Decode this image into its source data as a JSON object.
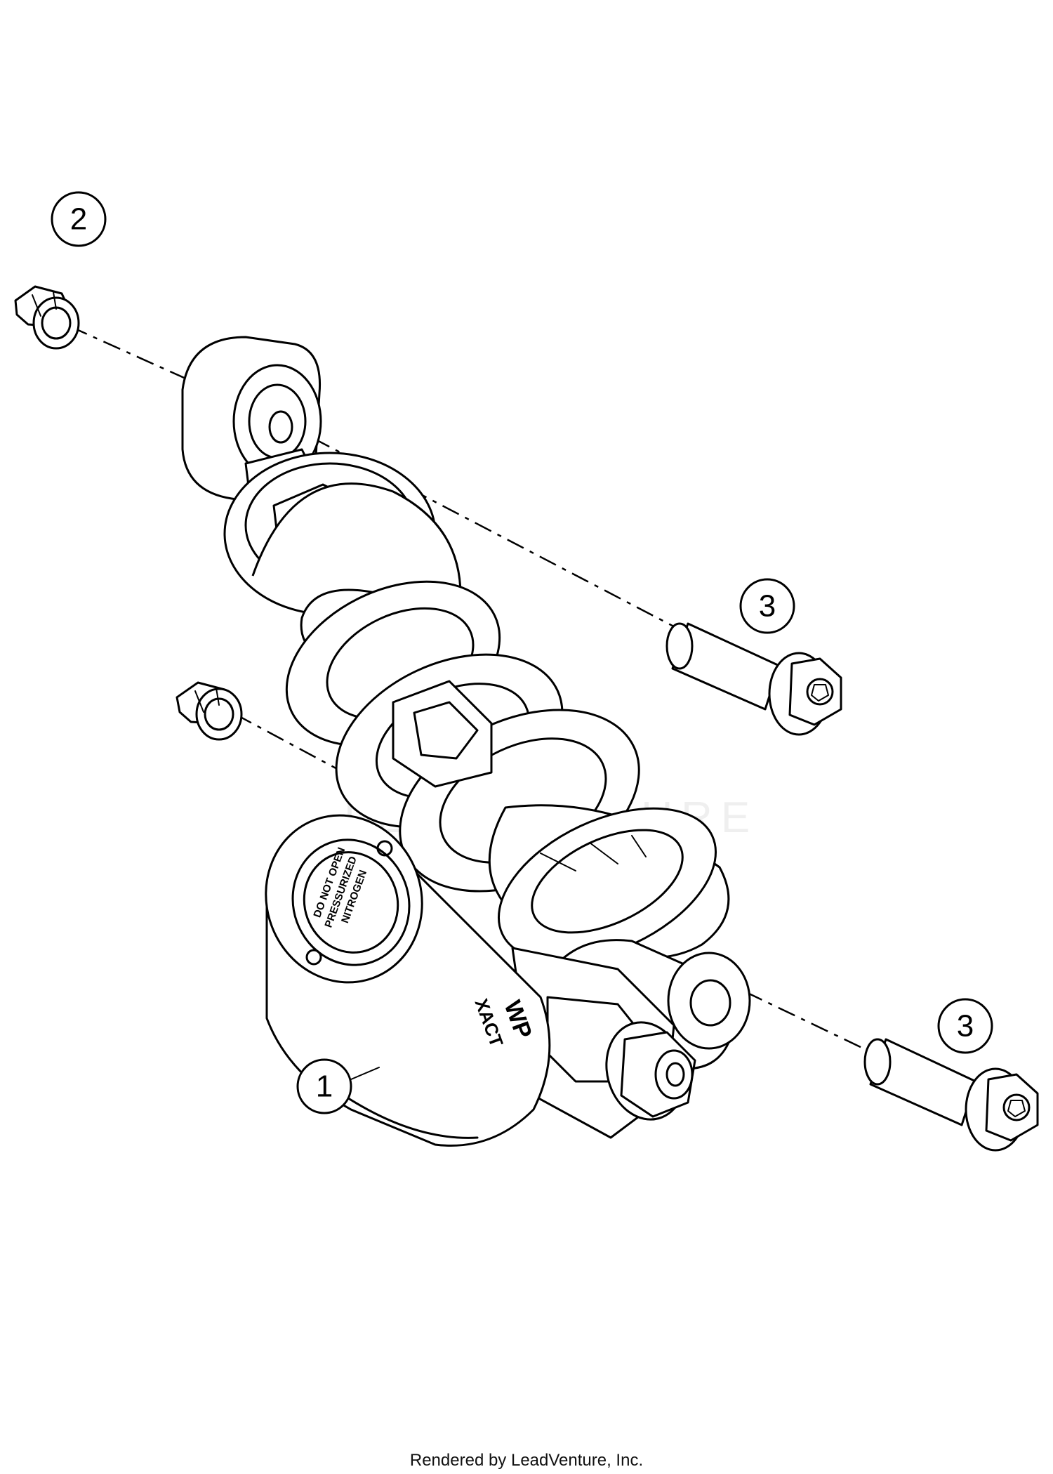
{
  "diagram": {
    "callouts": [
      {
        "id": "c2",
        "label": "2",
        "part": "nut"
      },
      {
        "id": "c3a",
        "label": "3",
        "part": "bolt-upper"
      },
      {
        "id": "c3b",
        "label": "3",
        "part": "bolt-lower"
      },
      {
        "id": "c1",
        "label": "1",
        "part": "shock-absorber"
      }
    ],
    "reservoir_cap": {
      "line1": "DO NOT OPEN",
      "line2": "PRESSURIZED",
      "line3": "NITROGEN"
    },
    "brand_mark": "WP",
    "model": "XACT",
    "watermark": "LEADVENTURE",
    "ink_color": "#000000"
  },
  "footer": {
    "text": "Rendered by LeadVenture, Inc."
  }
}
